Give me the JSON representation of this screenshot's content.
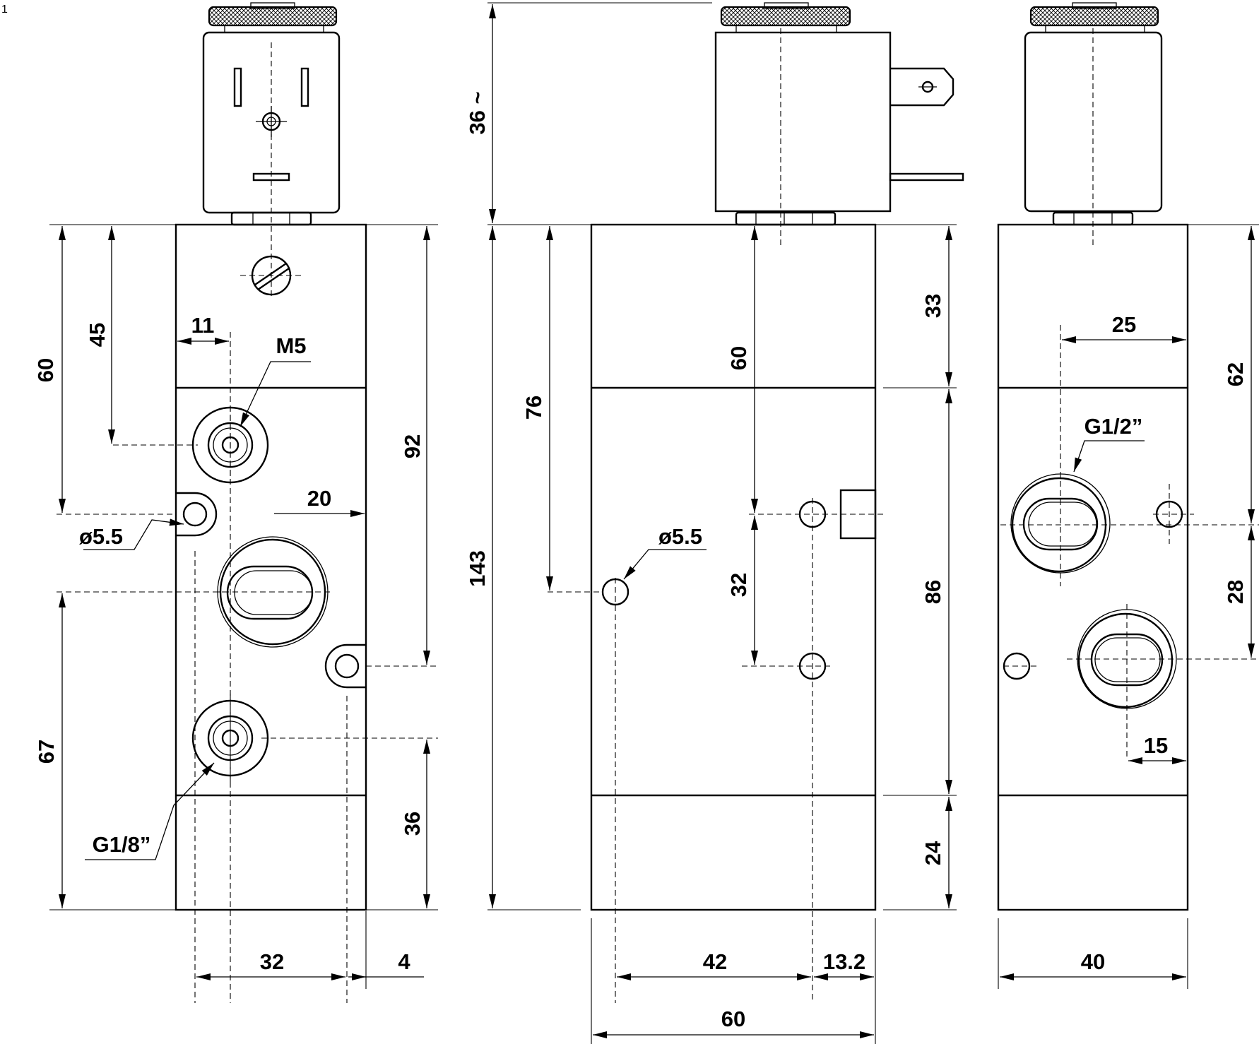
{
  "page_marker": "1",
  "dims": {
    "front": {
      "d60": "60",
      "d45": "45",
      "d11": "11",
      "m5": "M5",
      "d92": "92",
      "d20": "20",
      "d55": "ø5.5",
      "d67": "67",
      "d36": "36",
      "g18": "G1/8”",
      "d32": "32",
      "d4": "4"
    },
    "side": {
      "d36t": "36 ~",
      "d143": "143",
      "d76": "76",
      "d60": "60",
      "d55": "ø5.5",
      "d32": "32",
      "d33": "33",
      "d86": "86",
      "d24": "24",
      "d42": "42",
      "d132": "13.2",
      "d60w": "60"
    },
    "right": {
      "d25": "25",
      "d62": "62",
      "g12": "G1/2”",
      "d28": "28",
      "d15": "15",
      "d40": "40"
    }
  },
  "icons": [
    "knurled-knob-icon",
    "coil-connector-icon",
    "hex-nut-icon",
    "manual-override-screw-icon",
    "spade-terminal-icon",
    "arrowhead-icon"
  ]
}
